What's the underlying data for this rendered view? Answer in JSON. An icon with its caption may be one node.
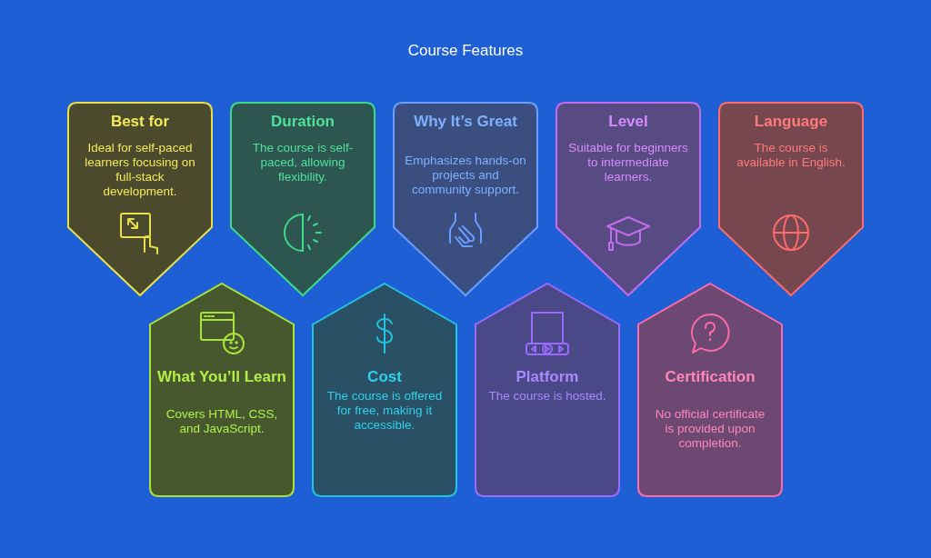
{
  "diagram": {
    "title": "Course Features",
    "nodes": [
      {
        "text": [
          "Best for",
          "Ideal for self-paced learners focusing on full-stack development."
        ]
      },
      {
        "text": [
          "Duration",
          "The course is self-paced, allowing flexibility."
        ]
      },
      {
        "text": [
          "Why It’s Great",
          "Emphasizes hands-on projects and community support."
        ]
      },
      {
        "text": [
          "Level",
          "Suitable for beginners to intermediate learners."
        ]
      },
      {
        "text": [
          "Language",
          "The course is available in English."
        ]
      },
      {
        "text": [
          "What You’ll Learn",
          "Covers HTML, CSS, and JavaScript."
        ]
      },
      {
        "text": [
          "Cost",
          "The course is offered for free, making it accessible."
        ]
      },
      {
        "text": [
          "Platform",
          "The course is hosted."
        ]
      },
      {
        "text": [
          "Certification",
          "No official certificate is provided upon completion."
        ]
      }
    ]
  }
}
